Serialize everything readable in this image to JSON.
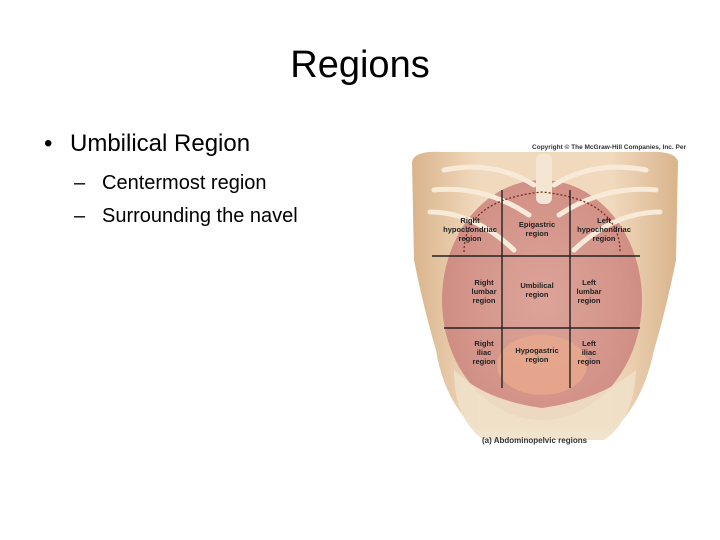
{
  "slide": {
    "title": "Regions",
    "bullets": [
      {
        "text": "Umbilical Region",
        "sub": [
          "Centermost region",
          "Surrounding the navel"
        ]
      }
    ]
  },
  "figure": {
    "copyright": "Copyright © The McGraw-Hill Companies, Inc. Per",
    "caption": "(a) Abdominopelvic regions",
    "regions": {
      "right_hypochondriac": "Right\nhypochondriac\nregion",
      "epigastric": "Epigastric\nregion",
      "left_hypochondriac": "Left\nhypochondriac\nregion",
      "right_lumbar": "Right\nlumbar\nregion",
      "umbilical": "Umbilical\nregion",
      "left_lumbar": "Left\nlumbar\nregion",
      "right_iliac": "Right\niliac\nregion",
      "hypogastric": "Hypogastric\nregion",
      "left_iliac": "Left\niliac\nregion"
    }
  }
}
